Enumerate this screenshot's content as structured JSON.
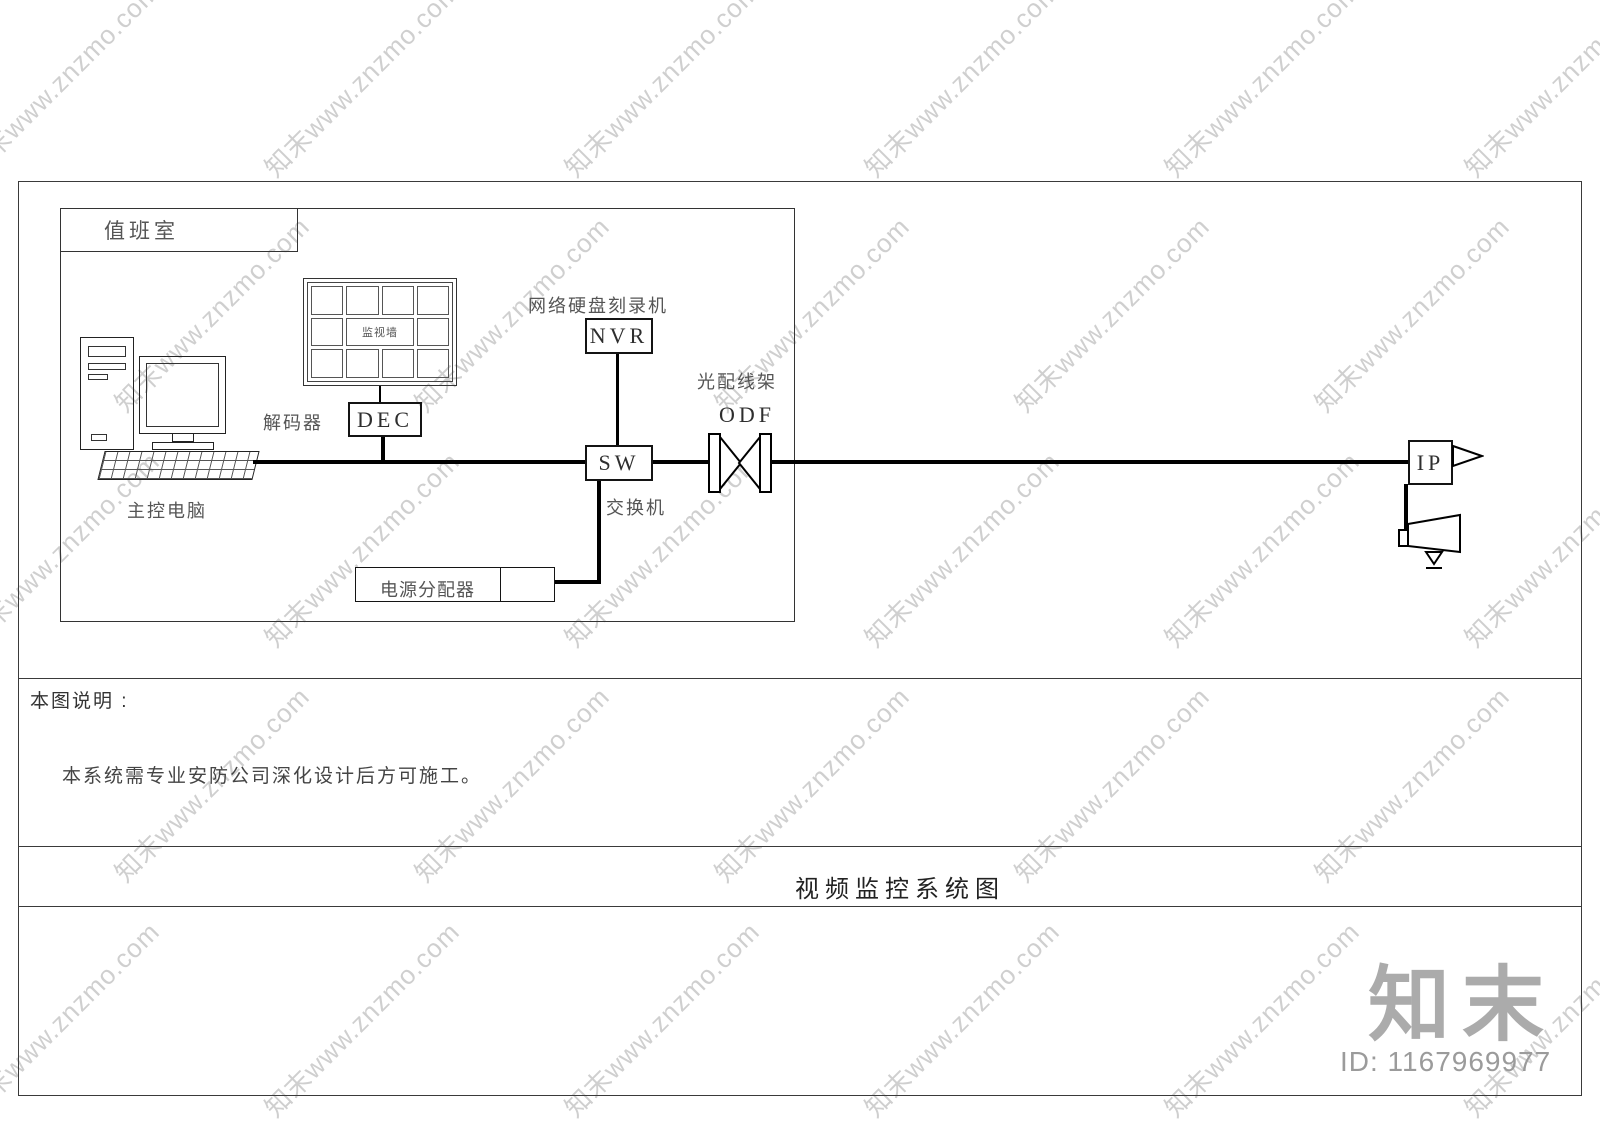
{
  "room": {
    "label": "值班室"
  },
  "devices": {
    "main_computer": {
      "label": "主控电脑"
    },
    "monitor_wall": {
      "label": "监视墙"
    },
    "decoder": {
      "label": "解码器",
      "box_text": "DEC"
    },
    "nvr": {
      "label": "网络硬盘刻录机",
      "box_text": "NVR"
    },
    "switch": {
      "label": "交换机",
      "box_text": "SW"
    },
    "odf": {
      "label": "光配线架",
      "box_text": "ODF"
    },
    "power_distributor": {
      "label": "电源分配器"
    },
    "ip_camera": {
      "box_text": "IP"
    }
  },
  "notes": {
    "header": "本图说明 :",
    "line1": "本系统需专业安防公司深化设计后方可施工。"
  },
  "title_block": {
    "drawing_title": "视频监控系统图"
  },
  "watermark": {
    "text": "知末www.znzmo.com",
    "logo_text": "知末",
    "id_text": "ID: 1167969977"
  },
  "colors": {
    "line_color": "#000000",
    "label_color": "#555555",
    "watermark_color": "#cfcfcf"
  }
}
